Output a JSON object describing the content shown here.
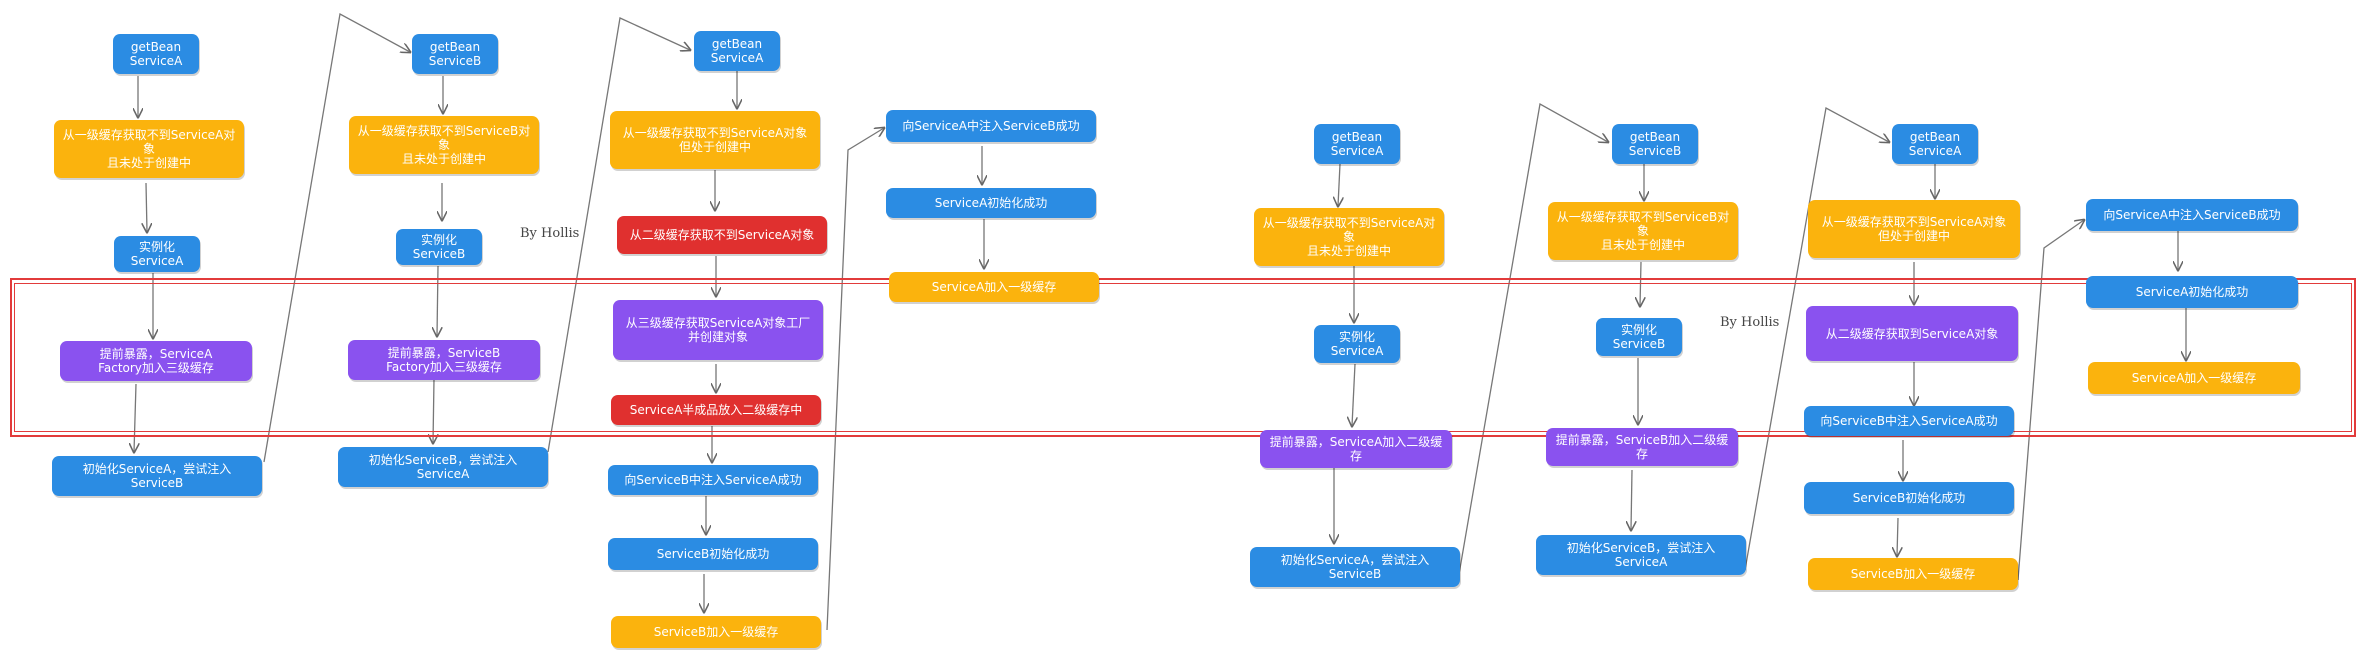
{
  "watermarks": [
    "By Hollis",
    "By Hollis"
  ],
  "colors": {
    "blue": "#2b8ce3",
    "orange": "#fbb30d",
    "purple": "#8a52ef",
    "red": "#e0302f",
    "highlight": "#e23b3b"
  },
  "left": {
    "colA": {
      "get": "getBean\nServiceA",
      "lookup": "从一级缓存获取不到ServiceA对象\n且未处于创建中",
      "instantiate": "实例化ServiceA",
      "expose": "提前暴露，ServiceA\nFactory加入三级缓存",
      "init": "初始化ServiceA，尝试注入ServiceB"
    },
    "colB": {
      "get": "getBean\nServiceB",
      "lookup": "从一级缓存获取不到ServiceB对象\n且未处于创建中",
      "instantiate": "实例化ServiceB",
      "expose": "提前暴露，ServiceB\nFactory加入三级缓存",
      "init": "初始化ServiceB，尝试注入ServiceA"
    },
    "colC": {
      "get": "getBean\nServiceA",
      "lookup": "从一级缓存获取不到ServiceA对象\n但处于创建中",
      "l2": "从二级缓存获取不到ServiceA对象",
      "l3": "从三级缓存获取ServiceA对象工厂\n并创建对象",
      "half": "ServiceA半成品放入二级缓存中",
      "injectB": "向ServiceB中注入ServiceA成功",
      "initB": "ServiceB初始化成功",
      "addB": "ServiceB加入一级缓存"
    },
    "colD": {
      "injectA": "向ServiceA中注入ServiceB成功",
      "initA": "ServiceA初始化成功",
      "addA": "ServiceA加入一级缓存"
    }
  },
  "right": {
    "colA": {
      "get": "getBean\nServiceA",
      "lookup": "从一级缓存获取不到ServiceA对象\n且未处于创建中",
      "instantiate": "实例化ServiceA",
      "expose": "提前暴露，ServiceA加入二级缓存",
      "init": "初始化ServiceA，尝试注入ServiceB"
    },
    "colB": {
      "get": "getBean\nServiceB",
      "lookup": "从一级缓存获取不到ServiceB对象\n且未处于创建中",
      "instantiate": "实例化ServiceB",
      "expose": "提前暴露，ServiceB加入二级缓存",
      "init": "初始化ServiceB，尝试注入ServiceA"
    },
    "colC": {
      "get": "getBean\nServiceA",
      "lookup": "从一级缓存获取不到ServiceA对象\n但处于创建中",
      "l2": "从二级缓存获取到ServiceA对象",
      "injectB": "向ServiceB中注入ServiceA成功",
      "initB": "ServiceB初始化成功",
      "addB": "ServiceB加入一级缓存"
    },
    "colD": {
      "injectA": "向ServiceA中注入ServiceB成功",
      "initA": "ServiceA初始化成功",
      "addA": "ServiceA加入一级缓存"
    }
  }
}
